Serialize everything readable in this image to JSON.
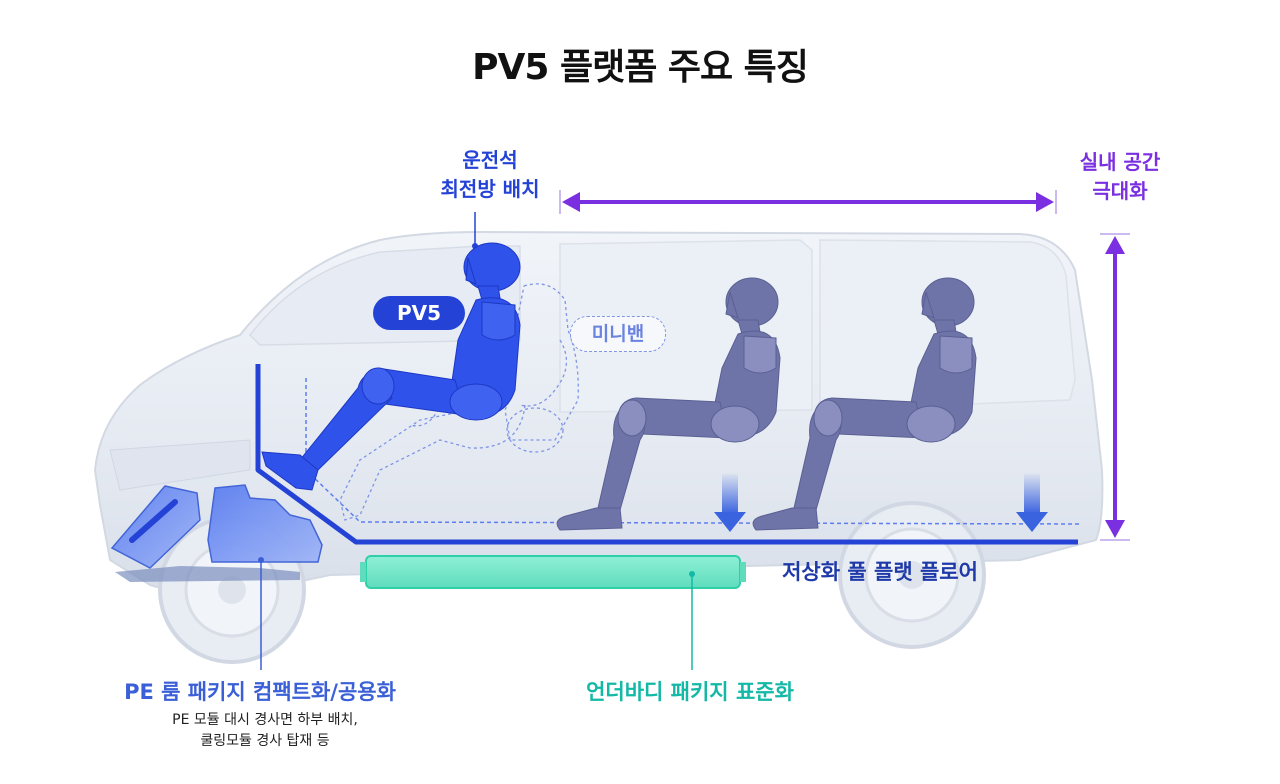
{
  "title": "PV5 플랫폼 주요 특징",
  "labels": {
    "driver_line1": "운전석",
    "driver_line2": "최전방 배치",
    "space_line1": "실내 공간",
    "space_line2": "극대화",
    "pv5": "PV5",
    "minivan": "미니밴",
    "floor": "저상화 풀 플랫 플로어",
    "underbody": "언더바디 패키지 표준화",
    "pe_room": "PE 룸 패키지 컴팩트화/공용화",
    "pe_sub_line1": "PE 모듈 대시 경사면 하부 배치,",
    "pe_sub_line2": "쿨링모듈 경사 탑재 등"
  },
  "colors": {
    "driver_blue": "#2443d6",
    "passenger_slate": "#6f74a8",
    "space_purple": "#7a2fe0",
    "underbody_teal": "#14b8a6",
    "floor_navy": "#1f3aa8"
  }
}
